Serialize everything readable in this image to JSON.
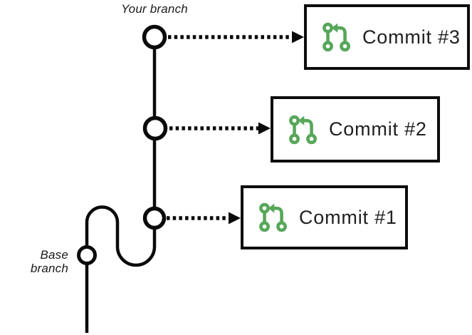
{
  "diagram": {
    "labels": {
      "your_branch": "Your branch",
      "base_branch": "Base branch"
    },
    "commits": [
      {
        "label": "Commit #3"
      },
      {
        "label": "Commit #2"
      },
      {
        "label": "Commit #1"
      }
    ],
    "icon_name": "git-pull-request-icon",
    "colors": {
      "icon_green": "#57a75a",
      "line_black": "#0a0a0a",
      "box_border": "#0d0d0d",
      "text_dark": "#1f1f1f",
      "background": "#ffffff"
    }
  }
}
